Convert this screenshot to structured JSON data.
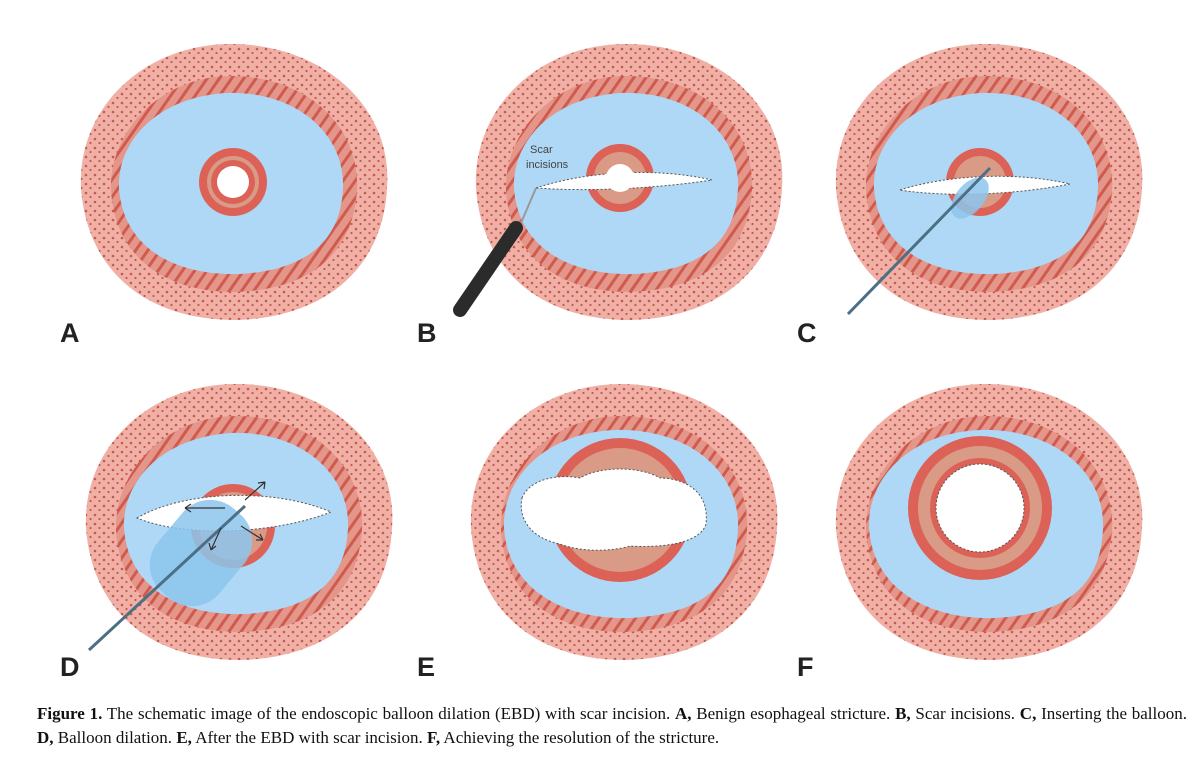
{
  "panels": [
    {
      "id": "A",
      "letter": "A"
    },
    {
      "id": "B",
      "letter": "B",
      "annotation_line1": "Scar",
      "annotation_line2": "incisions"
    },
    {
      "id": "C",
      "letter": "C"
    },
    {
      "id": "D",
      "letter": "D"
    },
    {
      "id": "E",
      "letter": "E"
    },
    {
      "id": "F",
      "letter": "F"
    }
  ],
  "caption": {
    "figure_label": "Figure 1.",
    "intro": " The schematic image of the endoscopic balloon dilation (EBD) with scar incision. ",
    "a_label": "A,",
    "a_text": " Benign esophageal stricture. ",
    "b_label": "B,",
    "b_text": " Scar incisions. ",
    "c_label": "C,",
    "c_text": " Inserting the balloon. ",
    "d_label": "D,",
    "d_text": " Balloon dilation. ",
    "e_label": "E,",
    "e_text": " After the EBD with scar incision. ",
    "f_label": "F,",
    "f_text": " Achieving the resolution of the stricture."
  },
  "colors": {
    "outer_tissue": "#f0b0a6",
    "outer_dots": "#c25a50",
    "muscle_band": "#e5968a",
    "muscle_stripe": "#cf5a4e",
    "submucosa_blue": "#aed8f5",
    "lumen_ring_red": "#dc6258",
    "lumen_ring_tan": "#d99a86",
    "balloon": "#8cc6ec",
    "wire": "#4d6f86",
    "knife": "#2b2b2b"
  }
}
